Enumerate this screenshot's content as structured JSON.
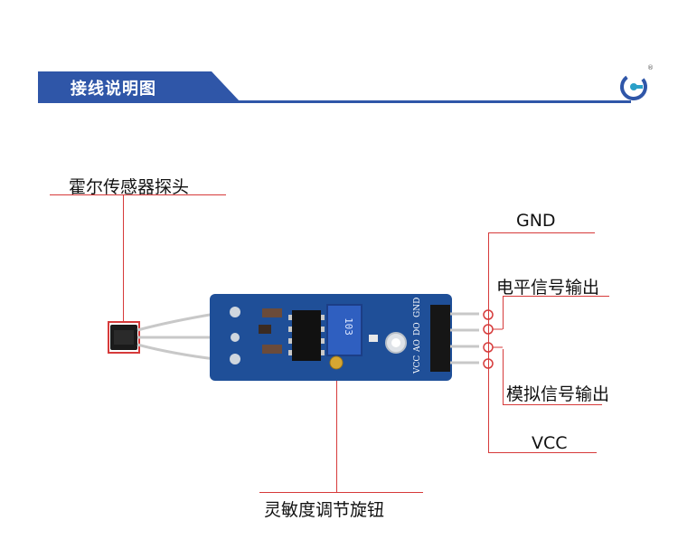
{
  "header": {
    "title": "接线说明图"
  },
  "labels": {
    "sensor_probe": "霍尔传感器探头",
    "gnd": "GND",
    "digital_out": "电平信号输出",
    "analog_out": "模拟信号输出",
    "vcc": "VCC",
    "sensitivity_knob": "灵敏度调节旋钮"
  },
  "board": {
    "pin_labels": [
      "VCC",
      "AO",
      "DO",
      "GND"
    ],
    "pot_marking": "103"
  },
  "colors": {
    "accent": "#2f56a8",
    "annotation": "#d63a3a",
    "pcb": "#1f4f98"
  }
}
